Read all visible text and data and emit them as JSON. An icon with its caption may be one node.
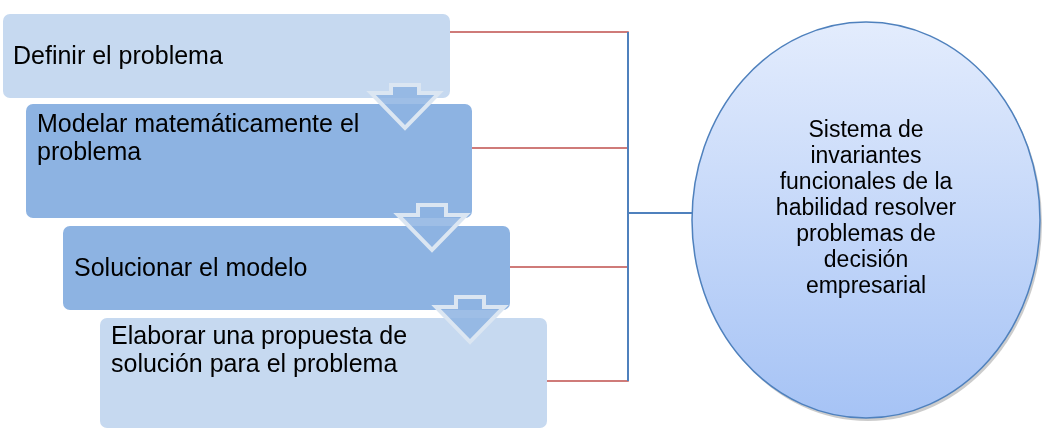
{
  "diagram": {
    "nodes": [
      {
        "text": [
          "Definir el problema"
        ]
      },
      {
        "text": [
          "Modelar matemáticamente el problema"
        ]
      },
      {
        "text": [
          "Solucionar el modelo"
        ]
      },
      {
        "text": [
          "Elaborar una propuesta de solución para el problema"
        ]
      },
      {
        "text": [
          "Sistema de invariantes funcionales de la habilidad resolver problemas de decisión empresarial"
        ]
      }
    ],
    "edges": [
      {
        "from": 0,
        "to": 1,
        "arrow": "to",
        "style": "thick"
      },
      {
        "from": 1,
        "to": 2,
        "arrow": "to",
        "style": "thick"
      },
      {
        "from": 2,
        "to": 3,
        "arrow": "to",
        "style": "thick"
      },
      {
        "from": 0,
        "to": 4,
        "arrow": "none"
      },
      {
        "from": 1,
        "to": 4,
        "arrow": "none"
      },
      {
        "from": 2,
        "to": 4,
        "arrow": "none"
      },
      {
        "from": 3,
        "to": 4,
        "arrow": "none"
      }
    ]
  }
}
